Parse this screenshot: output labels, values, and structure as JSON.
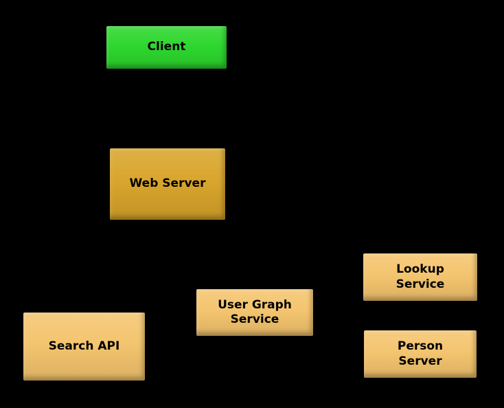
{
  "diagram": {
    "background_color": "#000000",
    "text_color": "#000000",
    "nodes": [
      {
        "id": "client",
        "label": "Client",
        "fill": "#2bd62b"
      },
      {
        "id": "web-server",
        "label": "Web Server",
        "fill": "#d8a429"
      },
      {
        "id": "lookup-service",
        "label": "Lookup\nService",
        "fill": "#f4c46d"
      },
      {
        "id": "user-graph-service",
        "label": "User Graph\nService",
        "fill": "#f4c46d"
      },
      {
        "id": "search-api",
        "label": "Search API",
        "fill": "#f4c46d"
      },
      {
        "id": "person-server",
        "label": "Person\nServer",
        "fill": "#f4c46d"
      }
    ]
  }
}
